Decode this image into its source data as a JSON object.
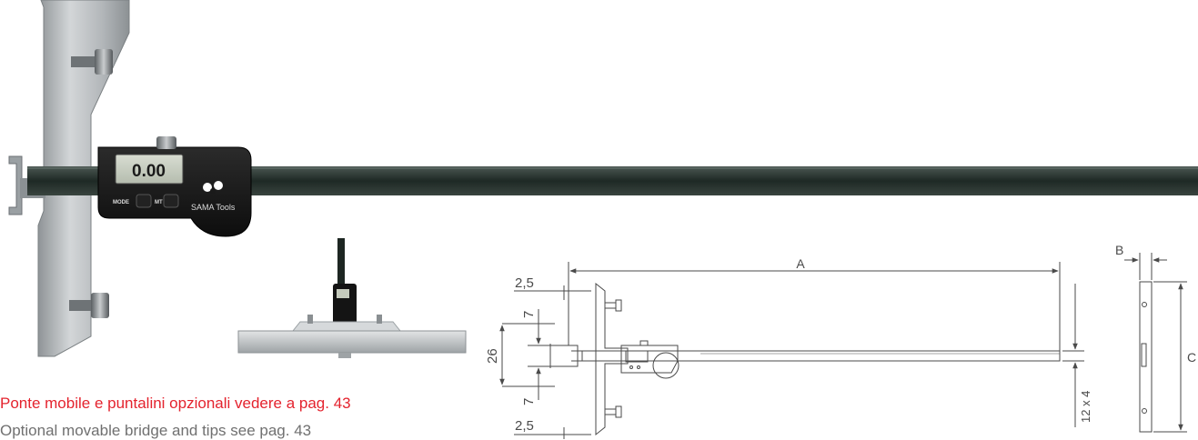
{
  "product": {
    "brand": "SAMA Tools",
    "display_reading": "0.00",
    "buttons": {
      "mode": "MODE",
      "mt": "MT"
    }
  },
  "drawing": {
    "dim_A": "A",
    "dim_B": "B",
    "dim_C": "C",
    "dim_top_offset": "2,5",
    "dim_bottom_offset": "2,5",
    "dim_upper_gap": "7",
    "dim_lower_gap": "7",
    "dim_base_height": "26",
    "dim_beam_section": "12 x 4"
  },
  "captions": {
    "italian": "Ponte mobile e puntalini opzionali vedere a pag. 43",
    "english": "Optional movable bridge and tips see pag. 43"
  },
  "colors": {
    "accent_red": "#e4232e",
    "caption_gray": "#707070",
    "beam_dark": "#1f2b27",
    "steel": "#b9bdbf",
    "line": "#4a4a4a"
  }
}
